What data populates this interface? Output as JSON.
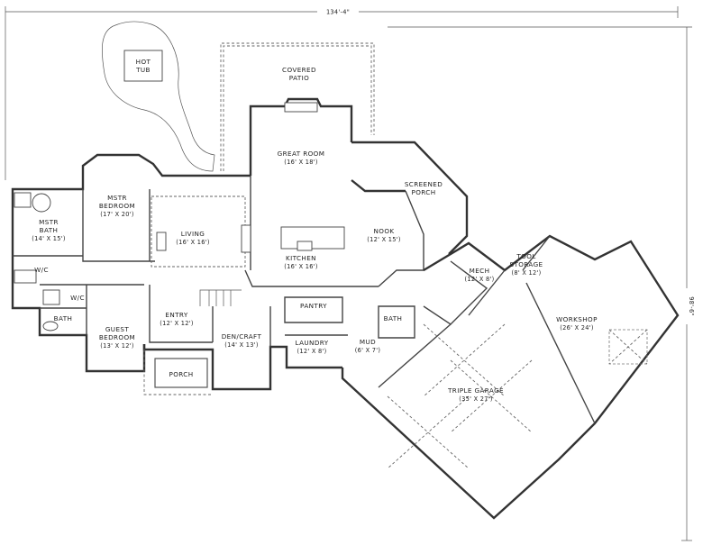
{
  "overall_width": "134'-4\"",
  "overall_depth": "98'-6\"",
  "rooms": {
    "hot_tub": {
      "line1": "HOT",
      "line2": "TUB"
    },
    "covered_patio": {
      "line1": "COVERED",
      "line2": "PATIO"
    },
    "great_room": {
      "name": "GREAT ROOM",
      "size": "(16' X 18')"
    },
    "screened_porch": {
      "line1": "SCREENED",
      "line2": "PORCH"
    },
    "mstr_bedroom": {
      "line1": "MSTR",
      "line2": "BEDROOM",
      "size": "(17' X 20')"
    },
    "mstr_bath": {
      "line1": "MSTR",
      "line2": "BATH",
      "size": "(14' X 15')"
    },
    "living": {
      "name": "LIVING",
      "size": "(16' X 16')"
    },
    "kitchen": {
      "name": "KITCHEN",
      "size": "(16' X 16')"
    },
    "nook": {
      "name": "NOOK",
      "size": "(12' X 15')"
    },
    "wic_master": {
      "name": "W/C"
    },
    "wic_guest": {
      "name": "W/C"
    },
    "bath_guest": {
      "name": "BATH"
    },
    "guest_bedroom": {
      "line1": "GUEST",
      "line2": "BEDROOM",
      "size": "(13' X 12')"
    },
    "entry": {
      "name": "ENTRY",
      "size": "(12' X 12')"
    },
    "porch": {
      "name": "PORCH"
    },
    "den_craft": {
      "name": "DEN/CRAFT",
      "size": "(14' X 13')"
    },
    "pantry": {
      "name": "PANTRY"
    },
    "laundry": {
      "name": "LAUNDRY",
      "size": "(12' X 8')"
    },
    "bath_mud": {
      "name": "BATH"
    },
    "mud": {
      "name": "MUD",
      "size": "(6' X 7')"
    },
    "mech": {
      "name": "MECH",
      "size": "(12' X 8')"
    },
    "tool_storage": {
      "line1": "TOOL",
      "line2": "STORAGE",
      "size": "(8' X 12')"
    },
    "workshop": {
      "name": "WORKSHOP",
      "size": "(26' X 24')"
    },
    "triple_garage": {
      "name": "TRIPLE GARAGE",
      "size": "(35' X 27')"
    }
  }
}
